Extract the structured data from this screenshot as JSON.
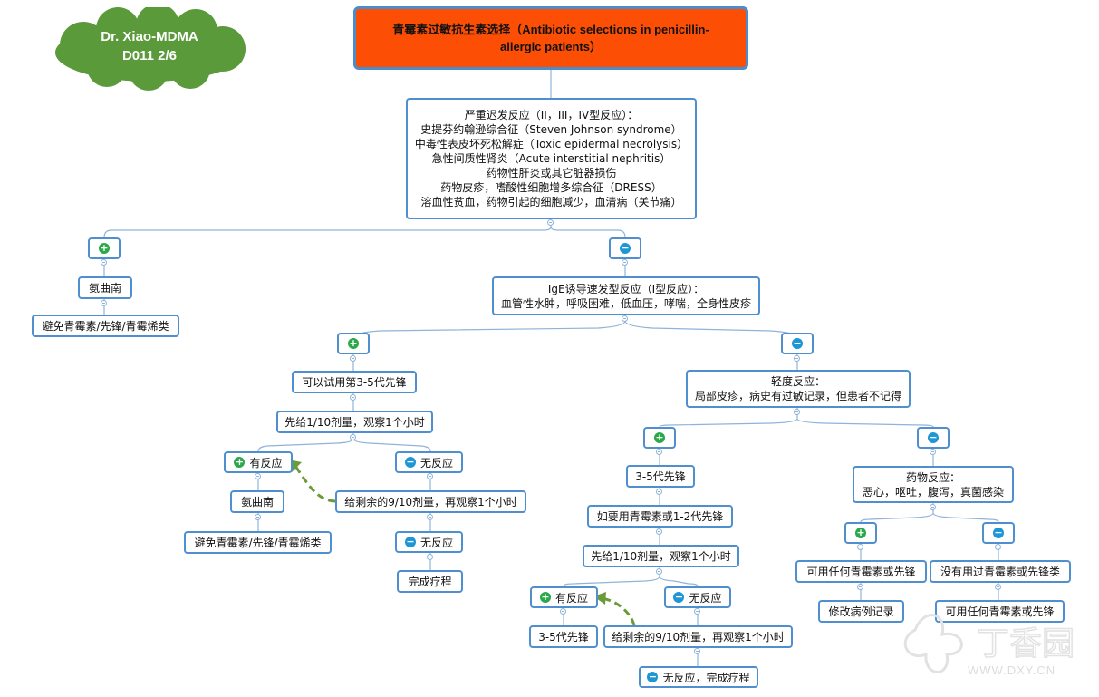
{
  "header": {
    "title": "青霉素过敏抗生素选择（Antibiotic selections in penicillin-allergic patients）",
    "badge_line1": "Dr. Xiao-MDMA",
    "badge_line2": "D011 2/6"
  },
  "colors": {
    "title_fill": "#fc4f05",
    "badge_fill": "#5a9a3a",
    "node_border": "#4f8fd0",
    "positive_icon": "#2aa84a",
    "negative_icon": "#1d96d6",
    "dashed_arrow": "#6a9a3a"
  },
  "icons": {
    "positive": "plus-circle-icon",
    "negative": "minus-circle-icon"
  },
  "nodes": {
    "delayed": [
      "严重迟发反应（II，III，IV型反应）：",
      "史提芬约翰逊综合征（Steven Johnson syndrome）",
      "中毒性表皮坏死松解症（Toxic epidermal necrolysis）",
      "急性间质性肾炎（Acute interstitial nephritis）",
      "药物性肝炎或其它脏器损伤",
      "药物皮疹，嗜酸性细胞增多综合征（DRESS）",
      "溶血性贫血，药物引起的细胞减少，血清病（关节痛）"
    ],
    "aztreonam_1": "氨曲南",
    "avoid_1": "避免青霉素/先锋/青霉烯类",
    "ige": [
      "IgE诱导速发型反应（I型反应）：",
      "血管性水肿，呼吸困难，低血压，哮喘，全身性皮疹"
    ],
    "try_ceph": "可以试用第3-5代先锋",
    "test_dose_1": "先给1/10剂量，观察1个小时",
    "reaction_1": "有反应",
    "no_reaction_1": "无反应",
    "aztreonam_2": "氨曲南",
    "remaining_1": "给剩余的9/10剂量，再观察1个小时",
    "avoid_2": "避免青霉素/先锋/青霉烯类",
    "no_reaction_2": "无反应",
    "complete_1": "完成疗程",
    "mild": [
      "轻度反应：",
      "局部皮疹，病史有过敏记录，但患者不记得"
    ],
    "ceph_35": "3-5代先锋",
    "if_pen": "如要用青霉素或1-2代先锋",
    "test_dose_2": "先给1/10剂量，观察1个小时",
    "reaction_2": "有反应",
    "no_reaction_3": "无反应",
    "ceph_35_b": "3-5代先锋",
    "remaining_2": "给剩余的9/10剂量，再观察1个小时",
    "no_reaction_complete": "无反应，完成疗程",
    "drug_reaction": [
      "药物反应：",
      "恶心，呕吐，腹泻，真菌感染"
    ],
    "any_ok_1": "可用任何青霉素或先锋",
    "never_used": "没有用过青霉素或先锋类",
    "update_record": "修改病例记录",
    "any_ok_2": "可用任何青霉素或先锋"
  },
  "watermark": {
    "logo_text": "丁香园",
    "url": "WWW.DXY.CN"
  }
}
